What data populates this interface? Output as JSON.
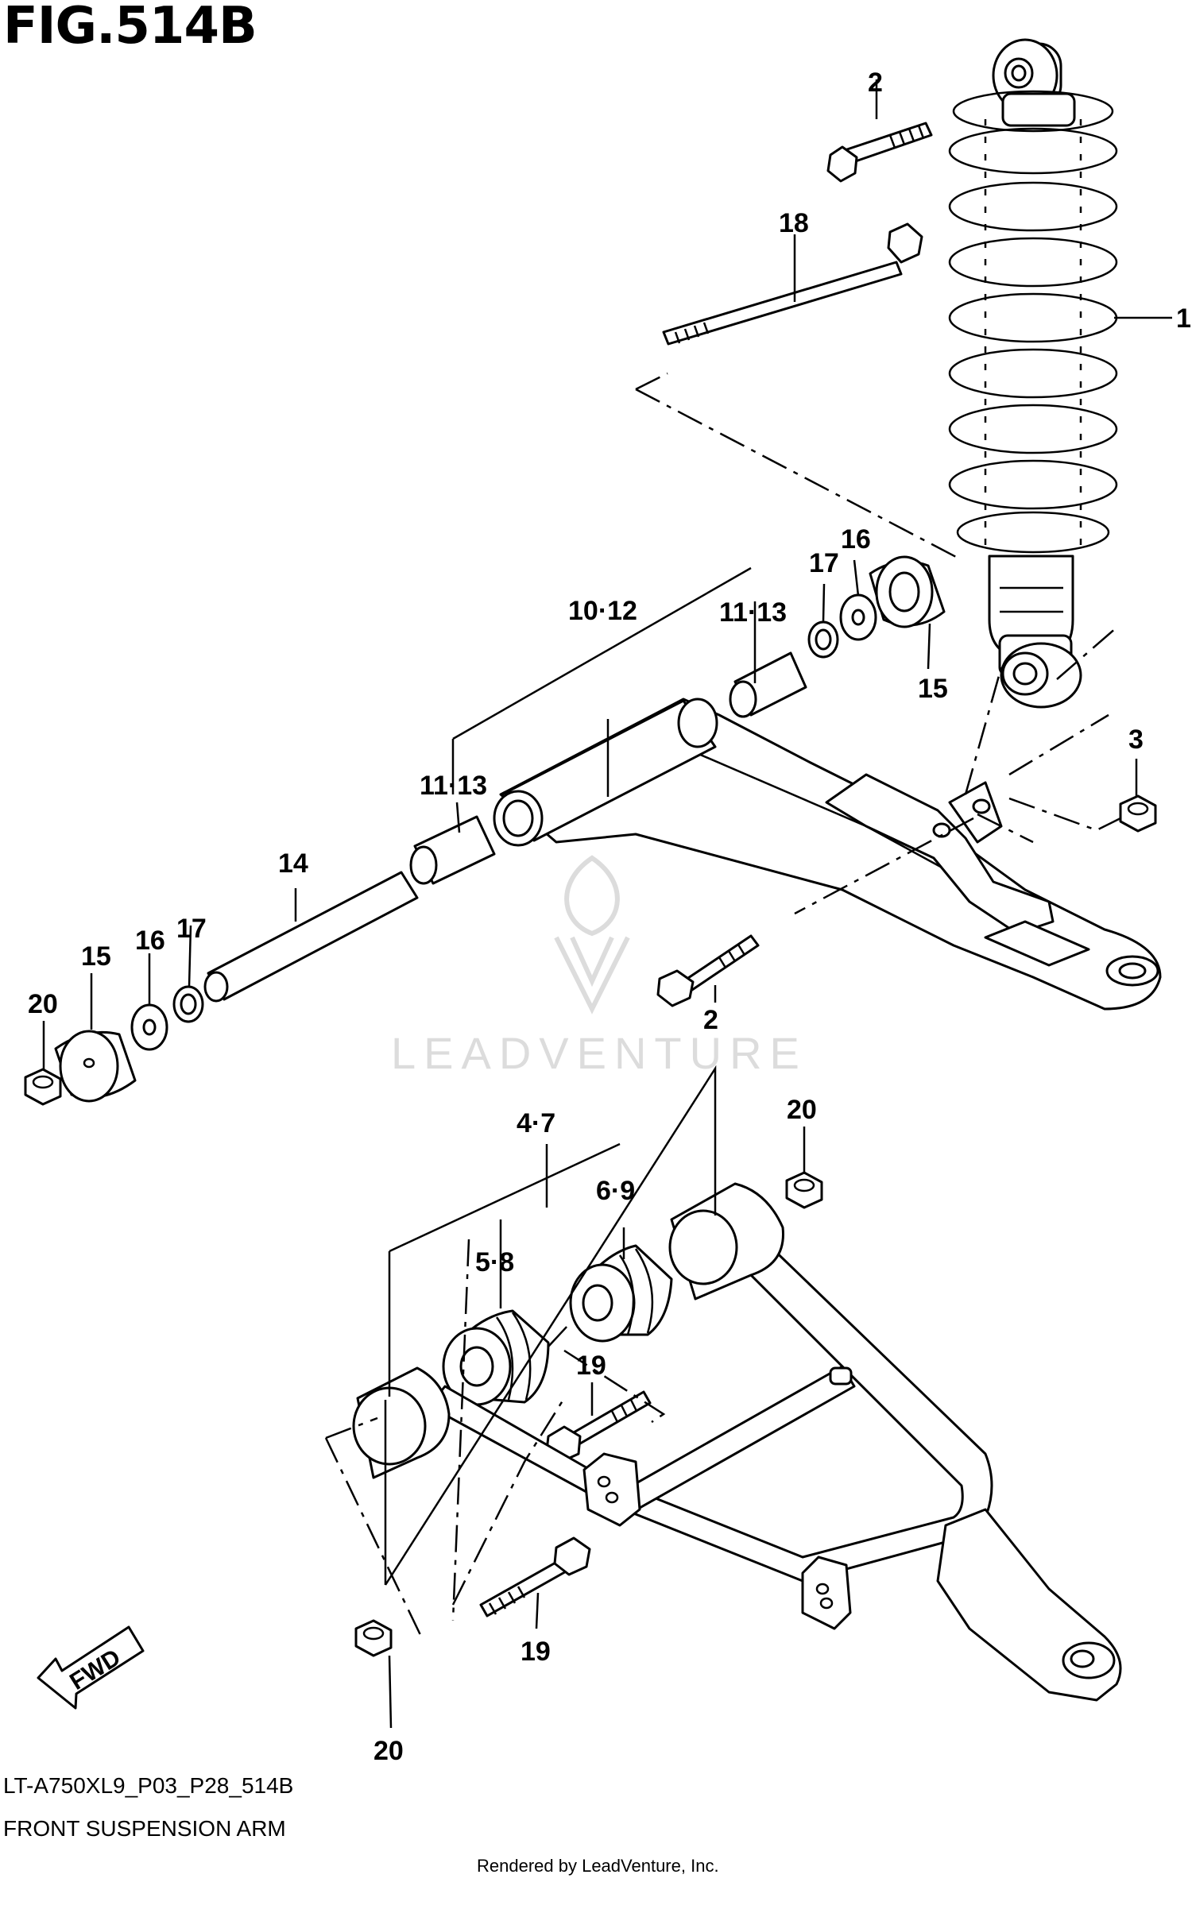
{
  "figure": {
    "title": "FIG.514B",
    "code": "LT-A750XL9_P03_P28_514B",
    "subtitle": "FRONT SUSPENSION ARM",
    "rendered_by": "Rendered by LeadVenture, Inc.",
    "watermark": "LEADVENTURE",
    "fwd_label": "FWD"
  },
  "callouts": {
    "c1": "1",
    "c2a": "2",
    "c2b": "2",
    "c3": "3",
    "c47": "4·7",
    "c58": "5·8",
    "c69": "6·9",
    "c1012": "10·12",
    "c1113a": "11·13",
    "c1113b": "11·13",
    "c14": "14",
    "c15a": "15",
    "c15b": "15",
    "c16a": "16",
    "c16b": "16",
    "c17a": "17",
    "c17b": "17",
    "c18": "18",
    "c19a": "19",
    "c19b": "19",
    "c20a": "20",
    "c20b": "20",
    "c20c": "20"
  }
}
